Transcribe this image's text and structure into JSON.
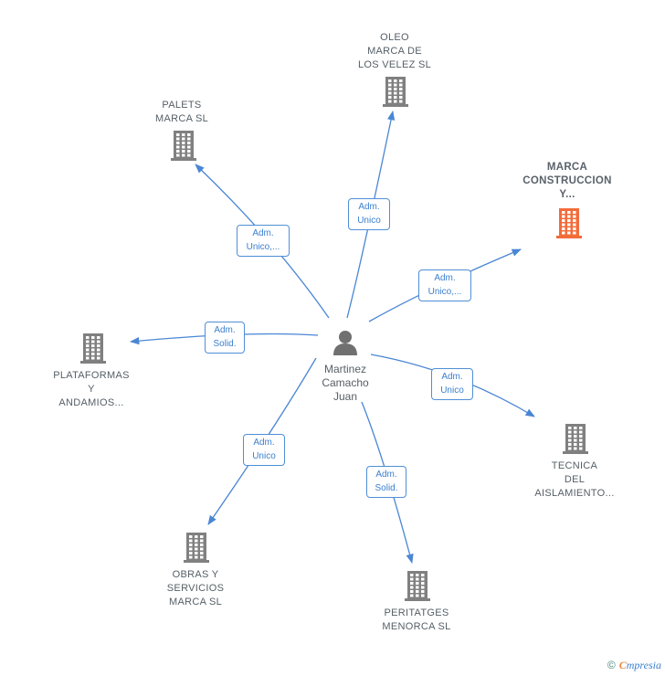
{
  "colors": {
    "edge": "#4a86d4",
    "building": "#808080",
    "building_highlight": "#f26c3a",
    "person": "#707070"
  },
  "center": {
    "name": "Martinez\nCamacho\nJuan",
    "icon": "person-icon"
  },
  "companies": [
    {
      "id": "oleo",
      "label": "OLEO\nMARCA DE\nLOS VELEZ  SL",
      "icon": "building-icon",
      "highlight": false
    },
    {
      "id": "palets",
      "label": "PALETS\nMARCA SL",
      "icon": "building-icon",
      "highlight": false
    },
    {
      "id": "marca-construccion",
      "label": "MARCA\nCONSTRUCCION\nY...",
      "icon": "building-icon",
      "highlight": true
    },
    {
      "id": "plataformas",
      "label": "PLATAFORMAS\nY\nANDAMIOS...",
      "icon": "building-icon",
      "highlight": false
    },
    {
      "id": "tecnica",
      "label": "TECNICA\nDEL\nAISLAMIENTO...",
      "icon": "building-icon",
      "highlight": false
    },
    {
      "id": "obras",
      "label": "OBRAS Y\nSERVICIOS\nMARCA  SL",
      "icon": "building-icon",
      "highlight": false
    },
    {
      "id": "peritatges",
      "label": "PERITATGES\nMENORCA  SL",
      "icon": "building-icon",
      "highlight": false
    }
  ],
  "edges": [
    {
      "to": "oleo",
      "label": "Adm.\nUnico"
    },
    {
      "to": "palets",
      "label": "Adm.\nUnico,..."
    },
    {
      "to": "marca-construccion",
      "label": "Adm.\nUnico,..."
    },
    {
      "to": "plataformas",
      "label": "Adm.\nSolid."
    },
    {
      "to": "tecnica",
      "label": "Adm.\nUnico"
    },
    {
      "to": "obras",
      "label": "Adm.\nUnico"
    },
    {
      "to": "peritatges",
      "label": "Adm.\nSolid."
    }
  ],
  "footer": {
    "copyright": "©",
    "brand_first": "C",
    "brand_rest": "mpresia"
  }
}
